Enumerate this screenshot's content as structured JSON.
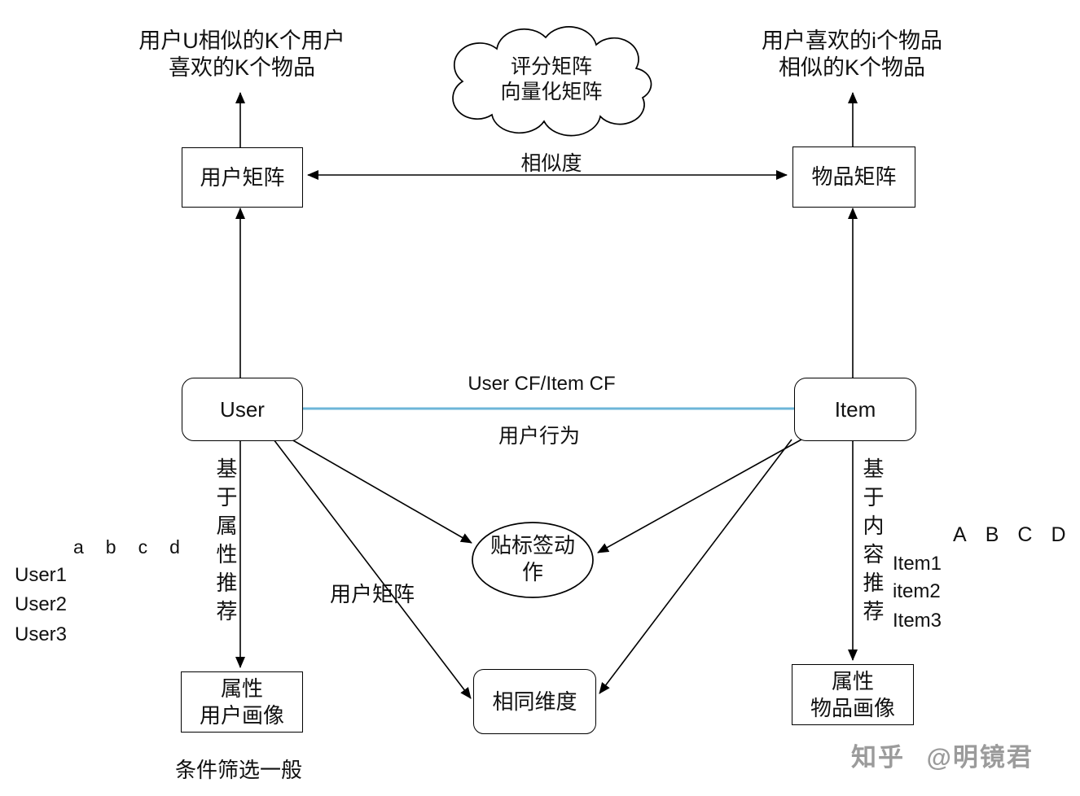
{
  "diagram": {
    "top_left_caption": {
      "line1": "用户U相似的K个用户",
      "line2": "喜欢的K个物品"
    },
    "top_right_caption": {
      "line1": "用户喜欢的i个物品",
      "line2": "相似的K个物品"
    },
    "cloud": {
      "line1": "评分矩阵",
      "line2": "向量化矩阵"
    },
    "boxes": {
      "user_matrix": "用户矩阵",
      "item_matrix": "物品矩阵",
      "user": "User",
      "item": "Item",
      "same_dimension": "相同维度",
      "user_profile": {
        "line1": "属性",
        "line2": "用户画像"
      },
      "item_profile": {
        "line1": "属性",
        "line2": "物品画像"
      }
    },
    "ellipse_label": "贴标签动作",
    "edge_labels": {
      "similarity": "相似度",
      "user_cf_item_cf": "User CF/Item CF",
      "user_behavior": "用户行为",
      "user_matrix_edge": "用户矩阵",
      "left_vertical": "基于属性推荐",
      "right_vertical": "基于内容推荐"
    },
    "left_table": {
      "columns": [
        "a",
        "b",
        "c",
        "d"
      ],
      "rows": [
        "User1",
        "User2",
        "User3"
      ]
    },
    "right_table": {
      "columns": [
        "A",
        "B",
        "C",
        "D"
      ],
      "rows": [
        "Item1",
        "item2",
        "Item3"
      ]
    },
    "bottom_note": "条件筛选一般",
    "watermark": {
      "brand": "知乎",
      "author": "@明镜君"
    }
  },
  "colors": {
    "line": "#000000",
    "blue_edge": "#6db6d8",
    "watermark_gray": "#9b9b9b",
    "background": "#ffffff"
  }
}
